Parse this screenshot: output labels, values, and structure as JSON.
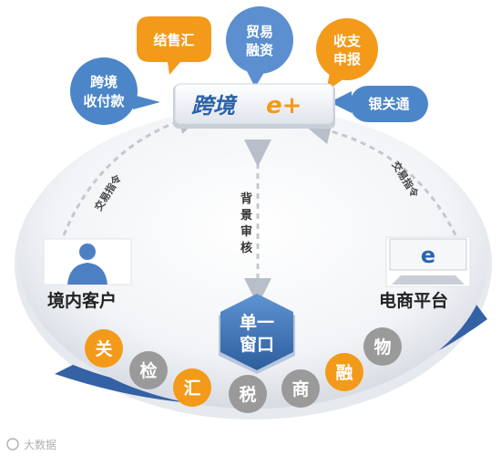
{
  "hub": {
    "title_cn": "跨境",
    "title_en": "e+"
  },
  "top_bubbles": [
    {
      "label_lines": [
        "结售汇"
      ],
      "color": "#f39a1a"
    },
    {
      "label_lines": [
        "贸易",
        "融资"
      ],
      "color": "#5b8fd0"
    },
    {
      "label_lines": [
        "收支",
        "申报"
      ],
      "color": "#f39a1a"
    }
  ],
  "side_bubbles": {
    "left": {
      "label_lines": [
        "跨境",
        "收付款"
      ],
      "color": "#4c86c9"
    },
    "right": {
      "label": "银关通",
      "color": "#4c86c9"
    }
  },
  "arrows": {
    "left": "交易指令",
    "center_lines": [
      "背",
      "景",
      "审",
      "核"
    ],
    "right": "交易指令"
  },
  "nodes": {
    "domestic_customer": {
      "label": "境内客户"
    },
    "ecommerce_platform": {
      "label": "电商平台",
      "screen_letter": "e"
    }
  },
  "single_window": {
    "label_lines": [
      "单一",
      "窗口"
    ],
    "color": "#3f72b4"
  },
  "chips": [
    {
      "label": "关",
      "color": "#f39a1a"
    },
    {
      "label": "检",
      "color": "#9a9a9a"
    },
    {
      "label": "汇",
      "color": "#f39a1a"
    },
    {
      "label": "税",
      "color": "#9a9a9a"
    },
    {
      "label": "商",
      "color": "#9a9a9a"
    },
    {
      "label": "融",
      "color": "#f39a1a"
    },
    {
      "label": "物",
      "color": "#9a9a9a"
    }
  ],
  "watermark": "大数据"
}
